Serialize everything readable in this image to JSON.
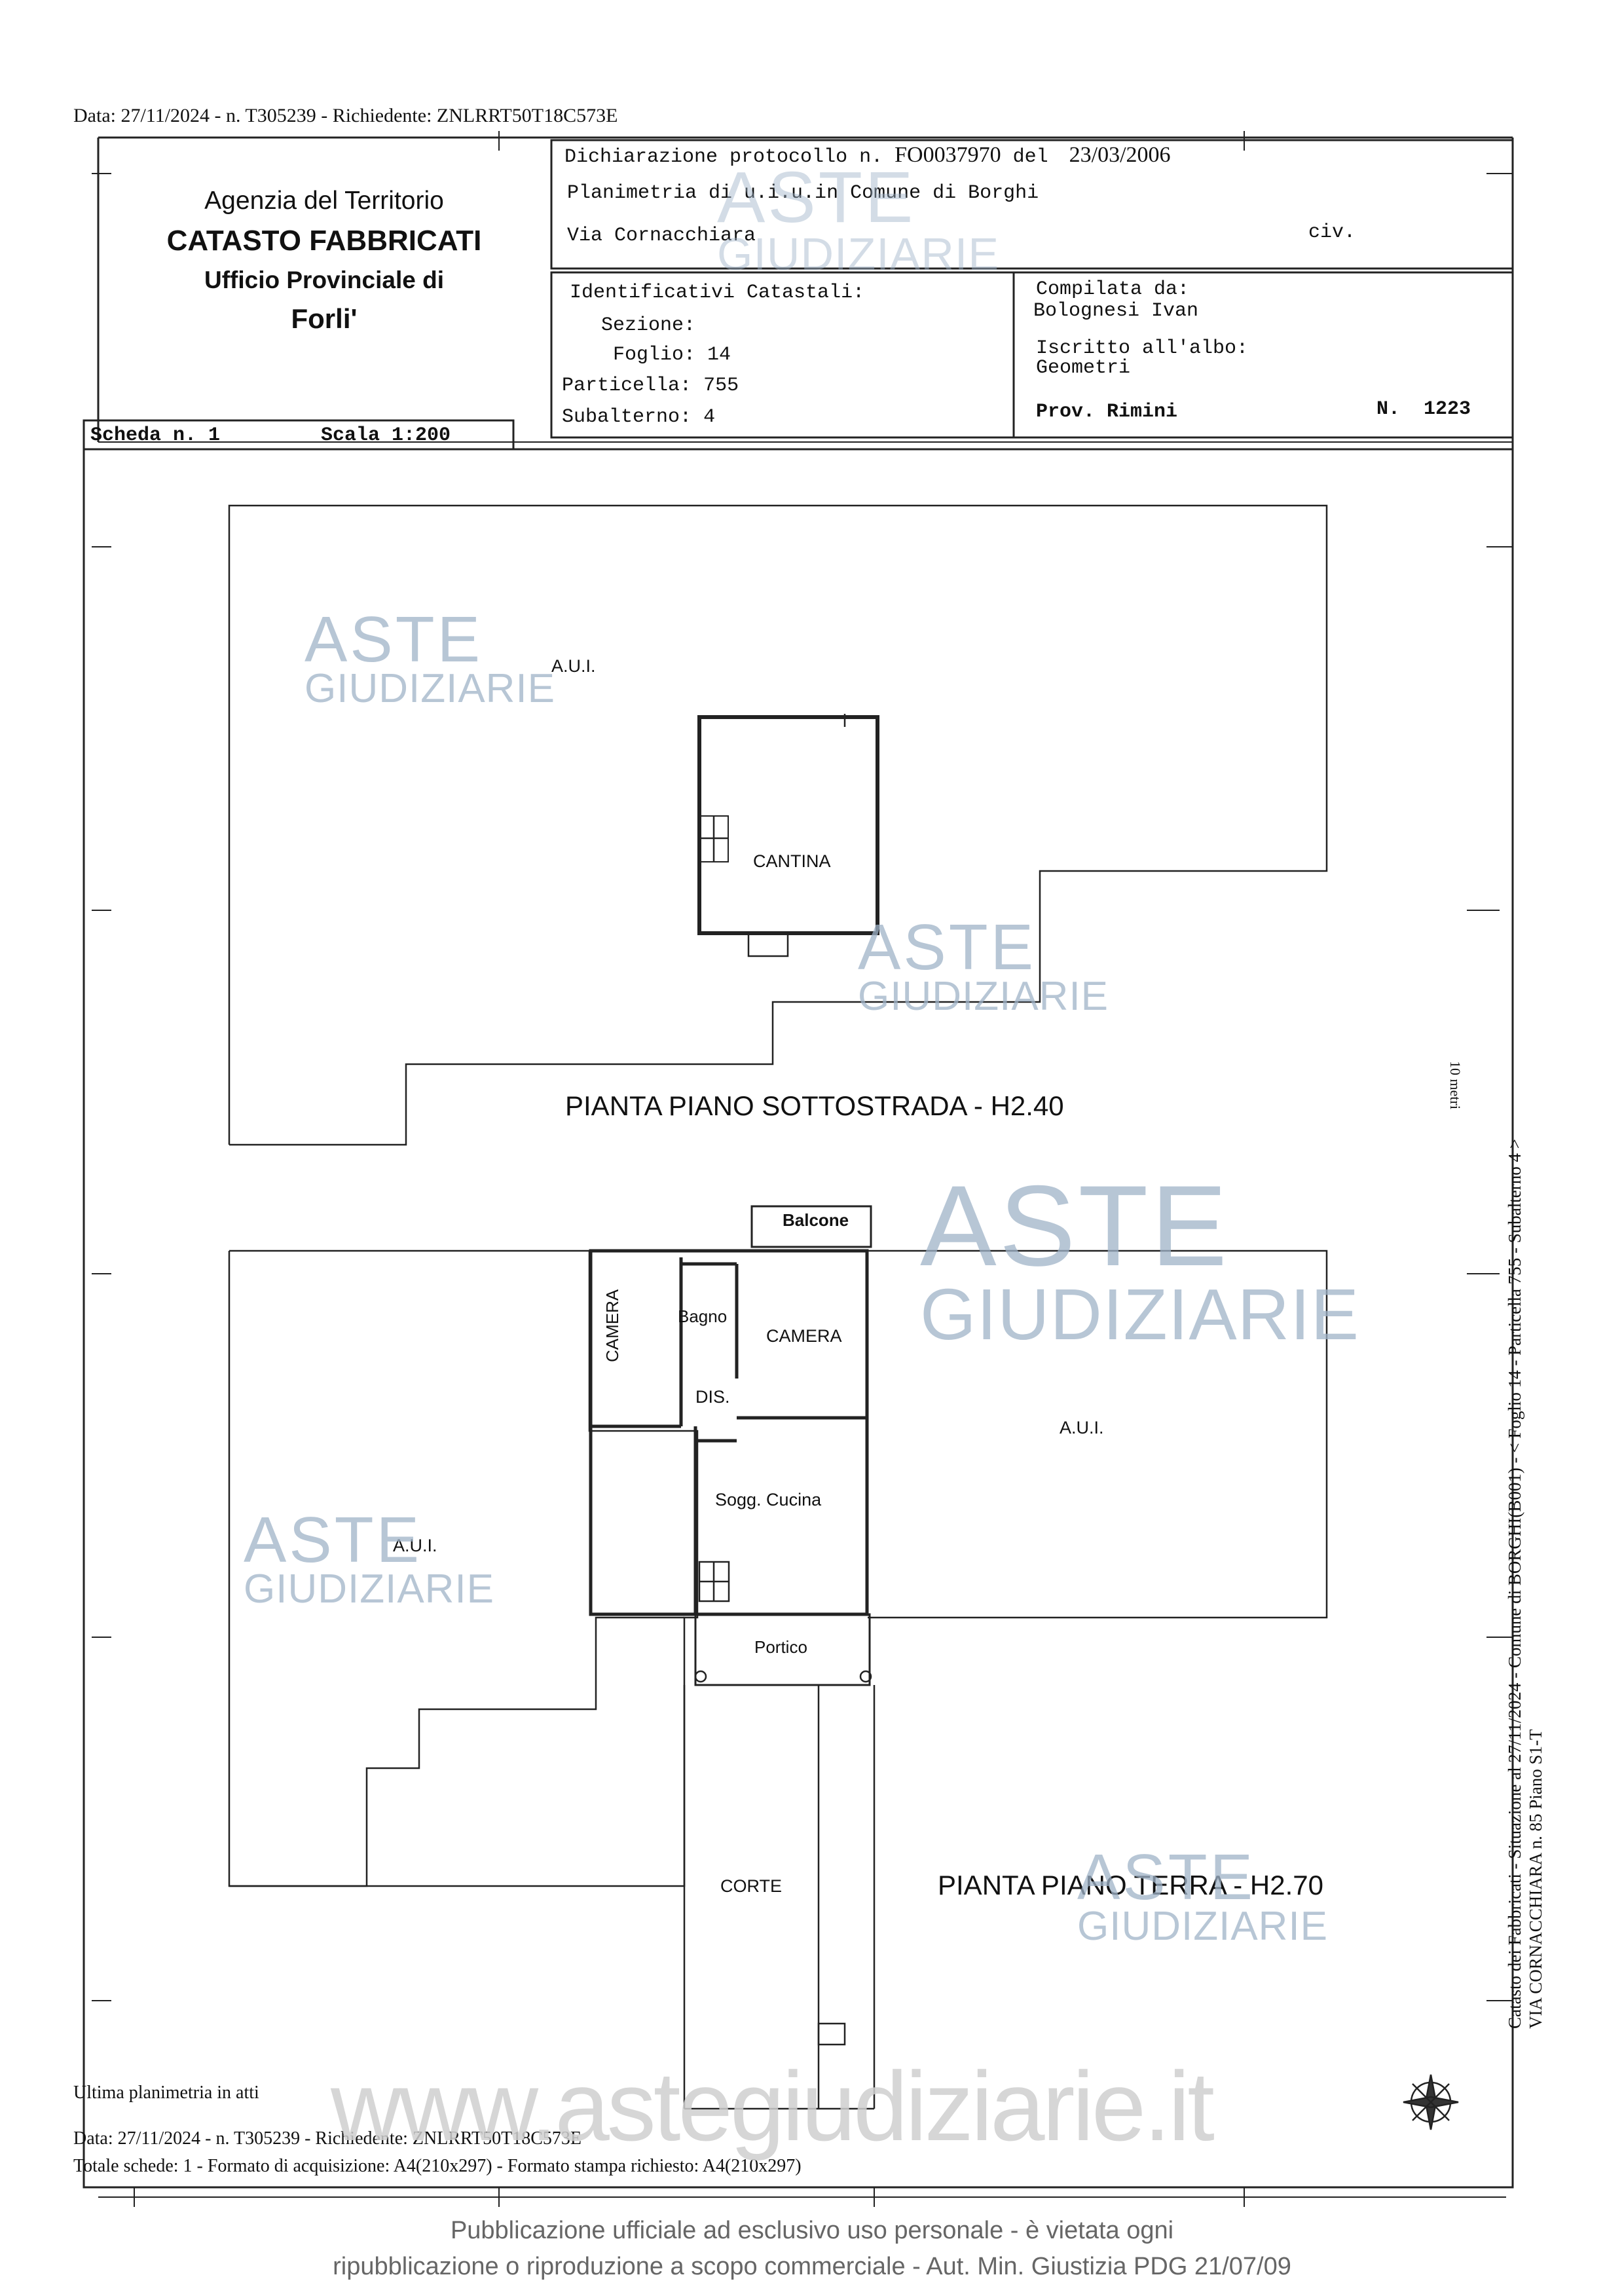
{
  "top_line": "Data: 27/11/2024 - n. T305239 - Richiedente: ZNLRRT50T18C573E",
  "agency": {
    "line1": "Agenzia del Territorio",
    "line2": "CATASTO FABBRICATI",
    "line3": "Ufficio Provinciale di",
    "line4": "Forli'"
  },
  "header": {
    "dichiarazione_label": "Dichiarazione protocollo n.",
    "protocollo": "FO0037970",
    "del_label": "del",
    "date": "23/03/2006",
    "planimetria": "Planimetria di u.i.u.in Comune di Borghi",
    "via": "Via Cornacchiara",
    "civ": "civ."
  },
  "identificativi": {
    "title": "Identificativi Catastali:",
    "sezione_label": "Sezione:",
    "foglio_label": "Foglio:",
    "foglio": "14",
    "particella_label": "Particella:",
    "particella": "755",
    "subalterno_label": "Subalterno:",
    "subalterno": "4"
  },
  "compilata": {
    "label": "Compilata da:",
    "name": "Bolognesi Ivan",
    "iscritto_label": "Iscritto all'albo:",
    "albo": "Geometri",
    "prov": "Prov. Rimini",
    "n_label": "N.",
    "n": "1223"
  },
  "scheda": {
    "label": "Scheda n. 1",
    "scala": "Scala 1:200"
  },
  "plan": {
    "aui_label": "A.U.I.",
    "cantina": "CANTINA",
    "title_sottostrada": "PIANTA PIANO SOTTOSTRADA - H2.40",
    "balcone": "Balcone",
    "camera": "CAMERA",
    "bagno": "Bagno",
    "dis": "DIS.",
    "sogg_cucina": "Sogg. Cucina",
    "portico": "Portico",
    "corte": "CORTE",
    "title_terra": "PIANTA PIANO TERRA - H2.70"
  },
  "side_text": {
    "line1": "Catasto dei Fabbricati - Situazione al 27/11/2024 - Comune di BORGHI(B001) - < Foglio 14 - Particella 755 - Subalterno 4 >",
    "line2": "VIA CORNACCHIARA n. 85 Piano S1-T",
    "scale_mark": "10 metri"
  },
  "footer": {
    "ultima": "Ultima planimetria in atti",
    "data": "Data: 27/11/2024 - n. T305239 - Richiedente: ZNLRRT50T18C573E",
    "totale": "Totale schede: 1 - Formato di acquisizione: A4(210x297)  - Formato stampa richiesto: A4(210x297)",
    "website": "www.astegiudiziarie.it",
    "pub1": "Pubblicazione ufficiale ad esclusivo uso personale - è vietata ogni",
    "pub2": "ripubblicazione o riproduzione a scopo commerciale - Aut. Min. Giustizia PDG 21/07/09"
  },
  "watermark": {
    "aste": "ASTE",
    "giudiziarie": "GIUDIZIARIE"
  }
}
